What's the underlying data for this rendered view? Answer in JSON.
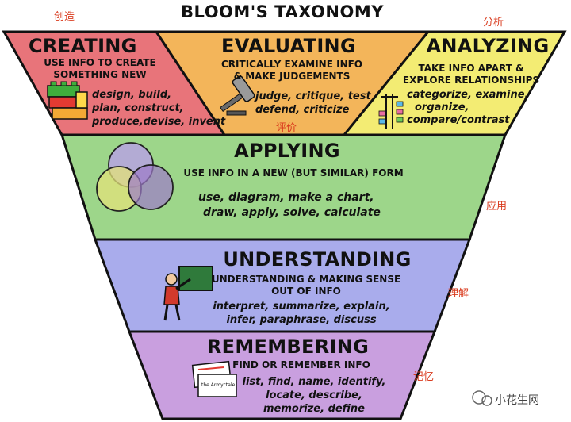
{
  "title": "BLOOM'S TAXONOMY",
  "levels": {
    "creating": {
      "name": "CREATING",
      "desc": [
        "USE INFO TO CREATE",
        "SOMETHING NEW"
      ],
      "verbs": [
        "design, build,",
        "plan, construct,",
        "produce,devise, invent"
      ],
      "cn": "创造",
      "color": "#e8747a"
    },
    "evaluating": {
      "name": "EVALUATING",
      "desc": [
        "CRITICALLY EXAMINE INFO",
        "& MAKE JUDGEMENTS"
      ],
      "verbs": [
        "judge, critique, test",
        "defend, criticize"
      ],
      "cn": "评价",
      "color": "#f3b55a"
    },
    "analyzing": {
      "name": "ANALYZING",
      "desc": [
        "TAKE INFO APART &",
        "EXPLORE RELATIONSHIPS"
      ],
      "verbs": [
        "categorize, examine,",
        "organize,",
        "compare/contrast"
      ],
      "cn": "分析",
      "color": "#f3ec73"
    },
    "applying": {
      "name": "APPLYING",
      "desc": [
        "USE INFO IN A NEW (BUT SIMILAR) FORM"
      ],
      "verbs": [
        "use, diagram, make a chart,",
        "draw, apply, solve, calculate"
      ],
      "cn": "应用",
      "color": "#9dd68a"
    },
    "understanding": {
      "name": "UNDERSTANDING",
      "desc": [
        "UNDERSTANDING & MAKING SENSE",
        "OUT OF INFO"
      ],
      "verbs": [
        "interpret, summarize, explain,",
        "infer, paraphrase, discuss"
      ],
      "cn": "理解",
      "color": "#a9acec"
    },
    "remembering": {
      "name": "REMEMBERING",
      "desc": [
        "FIND OR REMEMBER INFO"
      ],
      "verbs": [
        "list, find, name, identify,",
        "locate, describe,",
        "memorize, define"
      ],
      "cn": "记忆",
      "color": "#c99fdf"
    }
  },
  "card_text": "the Armyctale",
  "watermark": "小花生网",
  "icons": [
    "lego-blocks-icon",
    "gavel-icon",
    "sorting-chart-icon",
    "venn-diagram-icon",
    "teacher-chalkboard-icon",
    "flash-cards-icon",
    "wechat-icon"
  ]
}
